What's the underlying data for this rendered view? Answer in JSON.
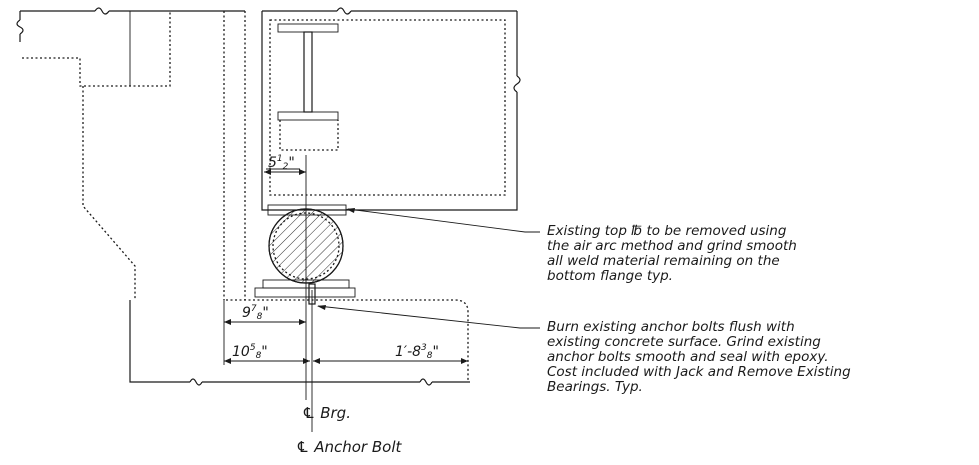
{
  "notes": {
    "top_plate": [
      "Existing top ℔ to be removed using",
      "the air arc method and grind smooth",
      "all weld material remaining on the",
      "bottom flange typ."
    ],
    "anchor_bolts": [
      "Burn existing anchor bolts flush with",
      "existing concrete surface. Grind existing",
      "anchor bolts smooth and seal with epoxy.",
      "Cost included with Jack and Remove Existing",
      "Bearings. Typ."
    ]
  },
  "dimensions": {
    "offset_top": {
      "whole": "5",
      "num": "1",
      "den": "2",
      "unit": "\""
    },
    "left_upper": {
      "whole": "9",
      "num": "7",
      "den": "8",
      "unit": "\""
    },
    "left_lower": {
      "whole": "10",
      "num": "5",
      "den": "8",
      "unit": "\""
    },
    "right_lower": {
      "whole": "1′-8",
      "num": "3",
      "den": "8",
      "unit": "\""
    }
  },
  "centerlines": {
    "bearing": "℄ Brg.",
    "anchor_bolt": "℄ Anchor Bolt"
  }
}
